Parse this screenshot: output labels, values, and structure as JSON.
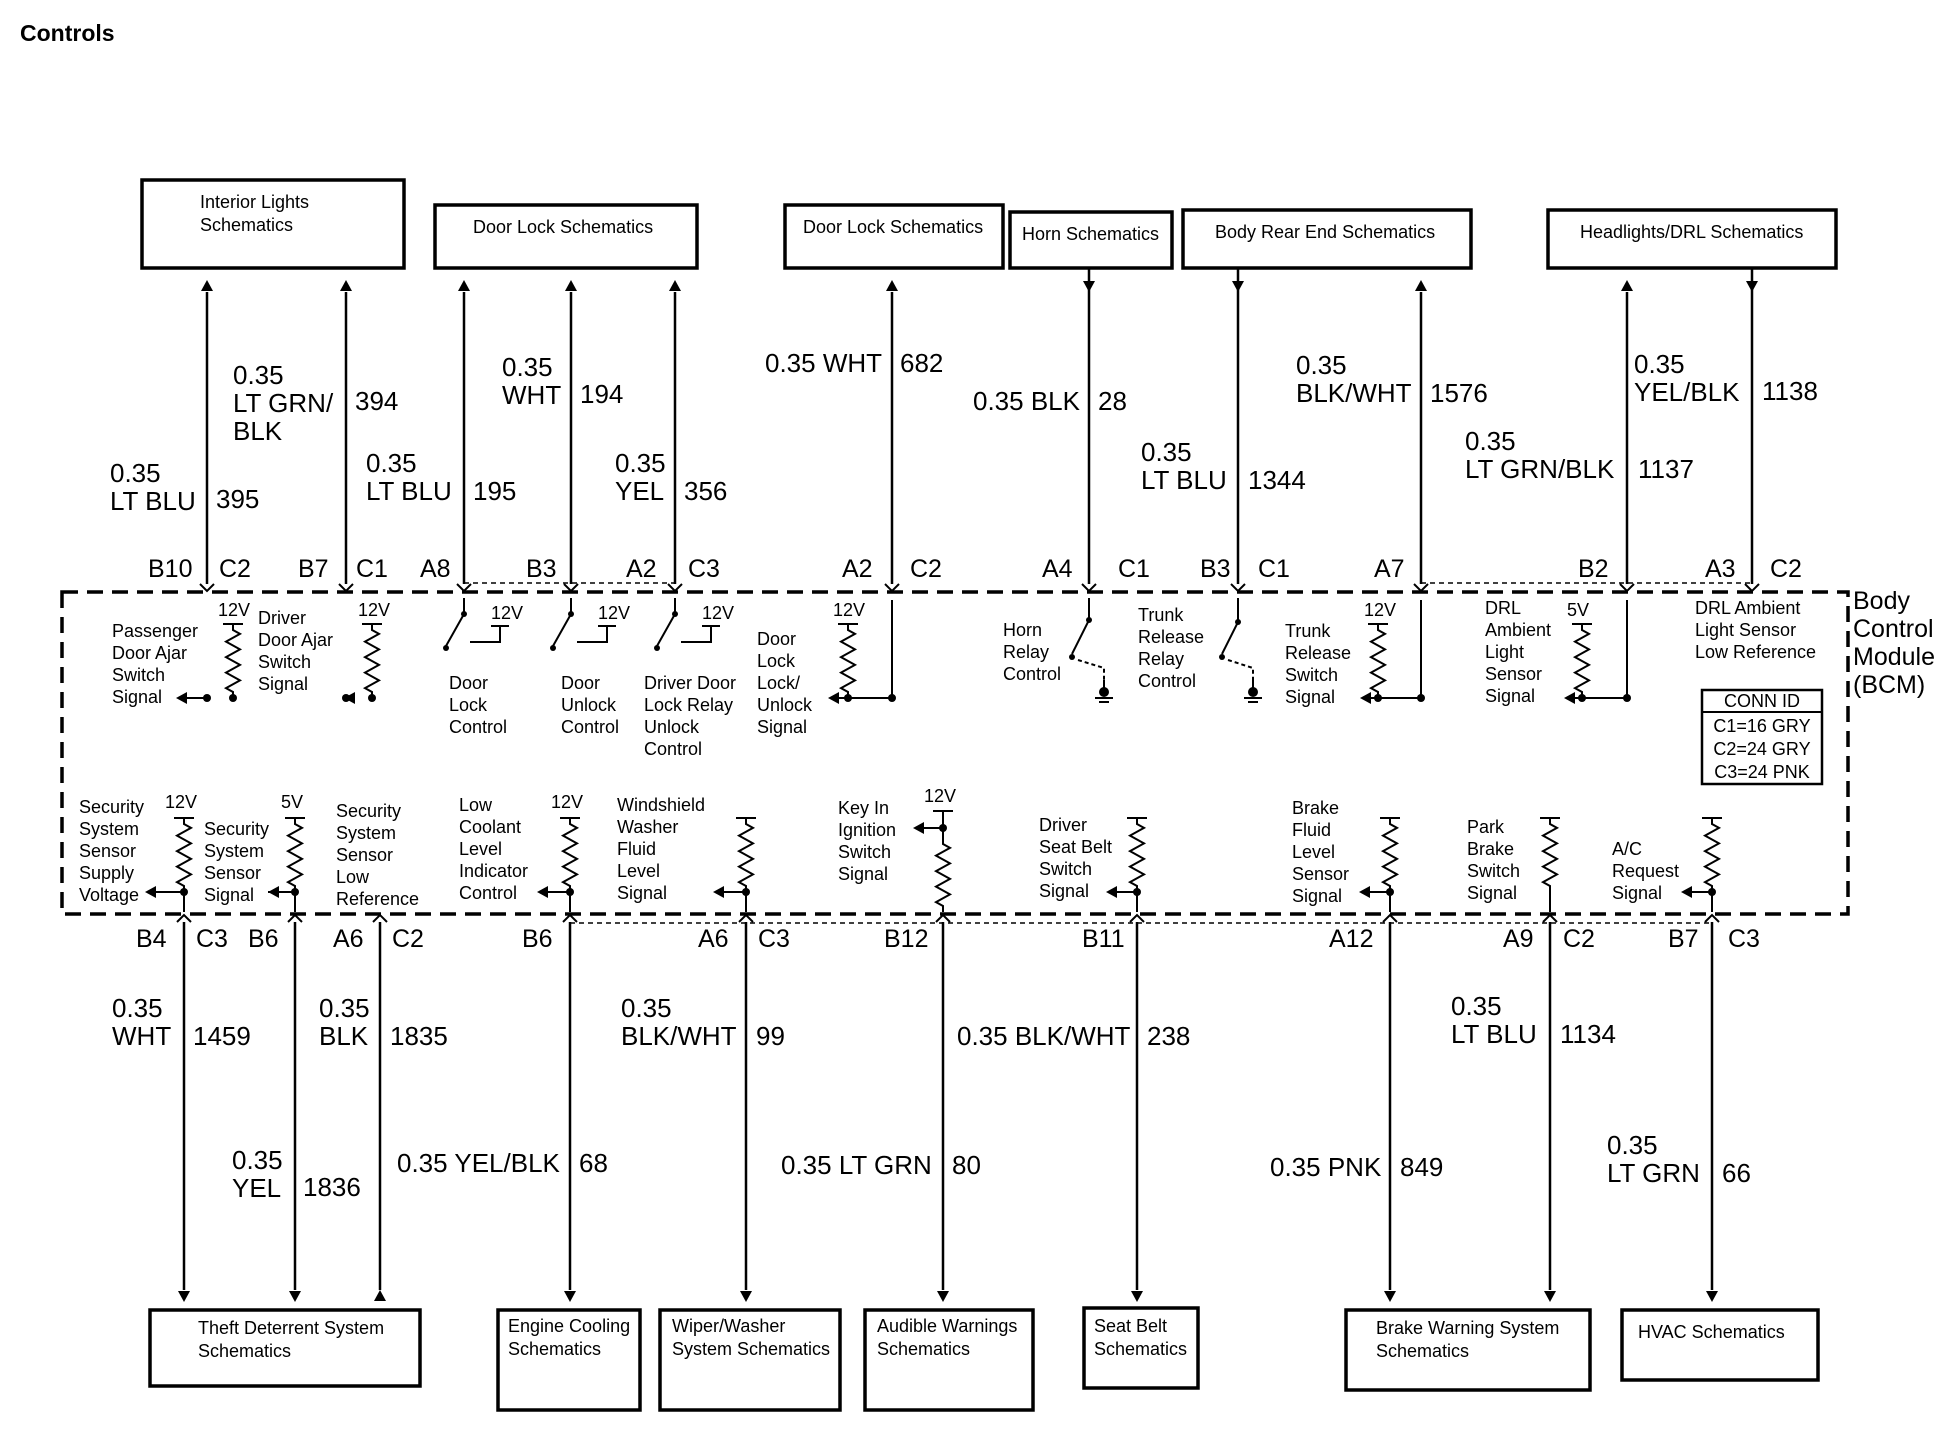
{
  "title": "Controls",
  "colors": {
    "line": "#000000",
    "background": "#ffffff"
  },
  "module": {
    "lines": [
      "Body",
      "Control",
      "Module",
      "(BCM)"
    ]
  },
  "conn_id": {
    "title": "CONN ID",
    "rows": [
      "C1=16 GRY",
      "C2=24 GRY",
      "C3=24 PNK"
    ]
  },
  "top_boxes": [
    {
      "lines": [
        "Interior Lights",
        "Schematics"
      ]
    },
    {
      "lines": [
        "Door Lock Schematics"
      ]
    },
    {
      "lines": [
        "Door Lock Schematics"
      ]
    },
    {
      "lines": [
        "Horn Schematics"
      ]
    },
    {
      "lines": [
        "Body Rear End Schematics"
      ]
    },
    {
      "lines": [
        "Headlights/DRL Schematics"
      ]
    }
  ],
  "bottom_boxes": [
    {
      "lines": [
        "Theft Deterrent System",
        "Schematics"
      ]
    },
    {
      "lines": [
        "Engine Cooling",
        "Schematics"
      ]
    },
    {
      "lines": [
        "Wiper/Washer",
        "System Schematics"
      ]
    },
    {
      "lines": [
        "Audible Warnings",
        "Schematics"
      ]
    },
    {
      "lines": [
        "Seat Belt",
        "Schematics"
      ]
    },
    {
      "lines": [
        "Brake Warning System",
        "Schematics"
      ]
    },
    {
      "lines": [
        "HVAC Schematics"
      ]
    }
  ],
  "top_wires": [
    {
      "pin": "B10",
      "conn": "C2",
      "wire": [
        "0.35",
        "LT BLU"
      ],
      "circuit": "395",
      "direction": "out"
    },
    {
      "pin": "B7",
      "conn": "C1",
      "wire": [
        "0.35",
        "LT GRN/",
        "BLK"
      ],
      "circuit": "394",
      "direction": "out"
    },
    {
      "pin": "A8",
      "conn": "",
      "wire": [
        "0.35",
        "LT BLU"
      ],
      "circuit": "195",
      "direction": "out"
    },
    {
      "pin": "B3",
      "conn": "",
      "wire": [
        "0.35",
        "WHT"
      ],
      "circuit": "194",
      "direction": "out"
    },
    {
      "pin": "A2",
      "conn": "C3",
      "wire": [
        "0.35",
        "YEL"
      ],
      "circuit": "356",
      "direction": "out"
    },
    {
      "pin": "A2",
      "conn": "C2",
      "wire": [
        "0.35 WHT"
      ],
      "circuit": "682",
      "direction": "out"
    },
    {
      "pin": "A4",
      "conn": "C1",
      "wire": [
        "0.35 BLK"
      ],
      "circuit": "28",
      "direction": "in"
    },
    {
      "pin": "B3",
      "conn": "C1",
      "wire": [
        "0.35",
        "LT BLU"
      ],
      "circuit": "1344",
      "direction": "in"
    },
    {
      "pin": "A7",
      "conn": "",
      "wire": [
        "0.35",
        "BLK/WHT"
      ],
      "circuit": "1576",
      "direction": "out"
    },
    {
      "pin": "B2",
      "conn": "",
      "wire": [
        "0.35",
        "LT GRN/BLK"
      ],
      "circuit": "1137",
      "direction": "out"
    },
    {
      "pin": "A3",
      "conn": "C2",
      "wire": [
        "0.35",
        "YEL/BLK"
      ],
      "circuit": "1138",
      "direction": "in"
    }
  ],
  "bottom_wires": [
    {
      "pin": "B4",
      "conn": "C3",
      "wire": [
        "0.35",
        "WHT"
      ],
      "circuit": "1459"
    },
    {
      "pin": "B6",
      "conn": "",
      "wire": [
        "0.35",
        "YEL"
      ],
      "circuit": "1836"
    },
    {
      "pin": "A6",
      "conn": "C2",
      "wire": [
        "0.35",
        "BLK"
      ],
      "circuit": "1835"
    },
    {
      "pin": "B6",
      "conn": "",
      "wire": [
        "0.35 YEL/BLK"
      ],
      "circuit": "68"
    },
    {
      "pin": "A6",
      "conn": "C3",
      "wire": [
        "0.35",
        "BLK/WHT"
      ],
      "circuit": "99"
    },
    {
      "pin": "B12",
      "conn": "",
      "wire": [
        "0.35 LT GRN"
      ],
      "circuit": "80"
    },
    {
      "pin": "B11",
      "conn": "",
      "wire": [
        "0.35 BLK/WHT"
      ],
      "circuit": "238"
    },
    {
      "pin": "A12",
      "conn": "",
      "wire": [
        "0.35 PNK"
      ],
      "circuit": "849"
    },
    {
      "pin": "A9",
      "conn": "C2",
      "wire": [
        "0.35",
        "LT BLU"
      ],
      "circuit": "1134"
    },
    {
      "pin": "B7",
      "conn": "C3",
      "wire": [
        "0.35",
        "LT GRN"
      ],
      "circuit": "66"
    }
  ],
  "top_signals": [
    {
      "lines": [
        "Passenger",
        "Door Ajar",
        "Switch",
        "Signal"
      ],
      "supply": "12V"
    },
    {
      "lines": [
        "Driver",
        "Door Ajar",
        "Switch",
        "Signal"
      ],
      "supply": "12V"
    },
    {
      "lines": [
        "Door",
        "Lock",
        "Control"
      ],
      "supply": "12V"
    },
    {
      "lines": [
        "Door",
        "Unlock",
        "Control"
      ],
      "supply": "12V"
    },
    {
      "lines": [
        "Driver Door",
        "Lock Relay",
        "Unlock",
        "Control"
      ],
      "supply": "12V"
    },
    {
      "lines": [
        "Door",
        "Lock",
        "Lock/",
        "Unlock",
        "Signal"
      ],
      "supply": "12V"
    },
    {
      "lines": [
        "Horn",
        "Relay",
        "Control"
      ],
      "supply": ""
    },
    {
      "lines": [
        "Trunk",
        "Release",
        "Relay",
        "Control"
      ],
      "supply": ""
    },
    {
      "lines": [
        "Trunk",
        "Release",
        "Switch",
        "Signal"
      ],
      "supply": "12V"
    },
    {
      "lines": [
        "DRL",
        "Ambient",
        "Light",
        "Sensor",
        "Signal"
      ],
      "supply": "5V"
    },
    {
      "lines": [
        "DRL Ambient",
        "Light Sensor",
        "Low Reference"
      ],
      "supply": ""
    }
  ],
  "bottom_signals": [
    {
      "lines": [
        "Security",
        "System",
        "Sensor",
        "Supply",
        "Voltage"
      ],
      "supply": "12V"
    },
    {
      "lines": [
        "Security",
        "System",
        "Sensor",
        "Signal"
      ],
      "supply": "5V"
    },
    {
      "lines": [
        "Security",
        "System",
        "Sensor",
        "Low",
        "Reference"
      ],
      "supply": ""
    },
    {
      "lines": [
        "Low",
        "Coolant",
        "Level",
        "Indicator",
        "Control"
      ],
      "supply": "12V"
    },
    {
      "lines": [
        "Windshield",
        "Washer",
        "Fluid",
        "Level",
        "Signal"
      ],
      "supply": ""
    },
    {
      "lines": [
        "Key In",
        "Ignition",
        "Switch",
        "Signal"
      ],
      "supply": "12V"
    },
    {
      "lines": [
        "Driver",
        "Seat Belt",
        "Switch",
        "Signal"
      ],
      "supply": ""
    },
    {
      "lines": [
        "Brake",
        "Fluid",
        "Level",
        "Sensor",
        "Signal"
      ],
      "supply": ""
    },
    {
      "lines": [
        "Park",
        "Brake",
        "Switch",
        "Signal"
      ],
      "supply": ""
    },
    {
      "lines": [
        "A/C",
        "Request",
        "Signal"
      ],
      "supply": ""
    }
  ]
}
